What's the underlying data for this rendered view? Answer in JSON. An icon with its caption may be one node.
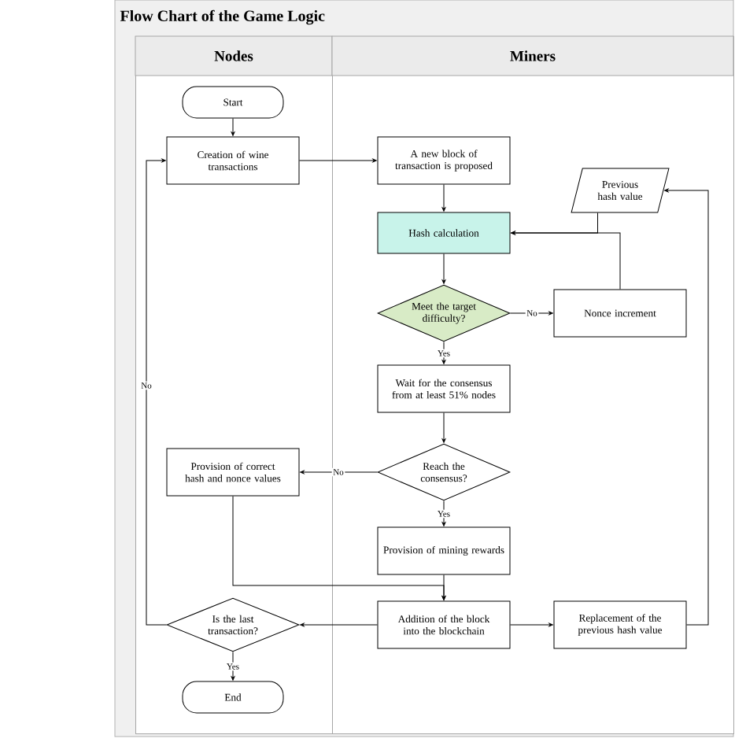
{
  "diagram": {
    "title": "Flow Chart of the Game Logic",
    "nodes": [
      {
        "text": [
          "Nodes"
        ]
      },
      {
        "text": [
          "Miners"
        ]
      },
      {
        "text": [
          "Start"
        ],
        "in": 0
      },
      {
        "text": [
          "Creation of wine transactions"
        ],
        "in": 0
      },
      {
        "text": [
          "A new block of transaction is proposed"
        ],
        "in": 1
      },
      {
        "text": [
          "Previous hash value"
        ],
        "in": 1
      },
      {
        "text": [
          "Hash calculation"
        ],
        "in": 1
      },
      {
        "text": [
          "Meet the target difficulty?"
        ],
        "in": 1
      },
      {
        "text": [
          "Nonce increment"
        ],
        "in": 1
      },
      {
        "text": [
          "Wait for the consensus from at least 51% nodes"
        ],
        "in": 1
      },
      {
        "text": [
          "Reach the consensus?"
        ],
        "in": 1
      },
      {
        "text": [
          "Provision of correct hash and nonce values"
        ],
        "in": 0
      },
      {
        "text": [
          "Provision of mining rewards"
        ],
        "in": 1
      },
      {
        "text": [
          "Addition of the block into the blockchain"
        ],
        "in": 1
      },
      {
        "text": [
          "Replacement of the previous hash value"
        ],
        "in": 1
      },
      {
        "text": [
          "Is the last transaction?"
        ],
        "in": 0
      },
      {
        "text": [
          "End"
        ],
        "in": 0
      }
    ],
    "edges": [
      {
        "from": 2,
        "to": 3,
        "arrow": "to"
      },
      {
        "from": 3,
        "to": 4,
        "arrow": "to"
      },
      {
        "from": 4,
        "to": 6,
        "arrow": "to"
      },
      {
        "from": 5,
        "to": 6,
        "arrow": "to"
      },
      {
        "from": 8,
        "to": 6,
        "arrow": "to"
      },
      {
        "from": 6,
        "to": 7,
        "arrow": "to"
      },
      {
        "from": 7,
        "to": 8,
        "label": "No",
        "arrow": "to"
      },
      {
        "from": 7,
        "to": 9,
        "label": "Yes",
        "arrow": "to"
      },
      {
        "from": 9,
        "to": 10,
        "arrow": "to"
      },
      {
        "from": 10,
        "to": 11,
        "label": "No",
        "arrow": "to"
      },
      {
        "from": 10,
        "to": 12,
        "label": "Yes",
        "arrow": "to"
      },
      {
        "from": 11,
        "to": 13,
        "arrow": "to"
      },
      {
        "from": 12,
        "to": 13,
        "arrow": "to"
      },
      {
        "from": 13,
        "to": 15,
        "arrow": "to"
      },
      {
        "from": 13,
        "to": 14,
        "arrow": "to"
      },
      {
        "from": 14,
        "to": 5,
        "arrow": "to"
      },
      {
        "from": 15,
        "to": 3,
        "label": "No",
        "arrow": "to"
      },
      {
        "from": 15,
        "to": 16,
        "label": "Yes",
        "arrow": "to"
      }
    ]
  }
}
